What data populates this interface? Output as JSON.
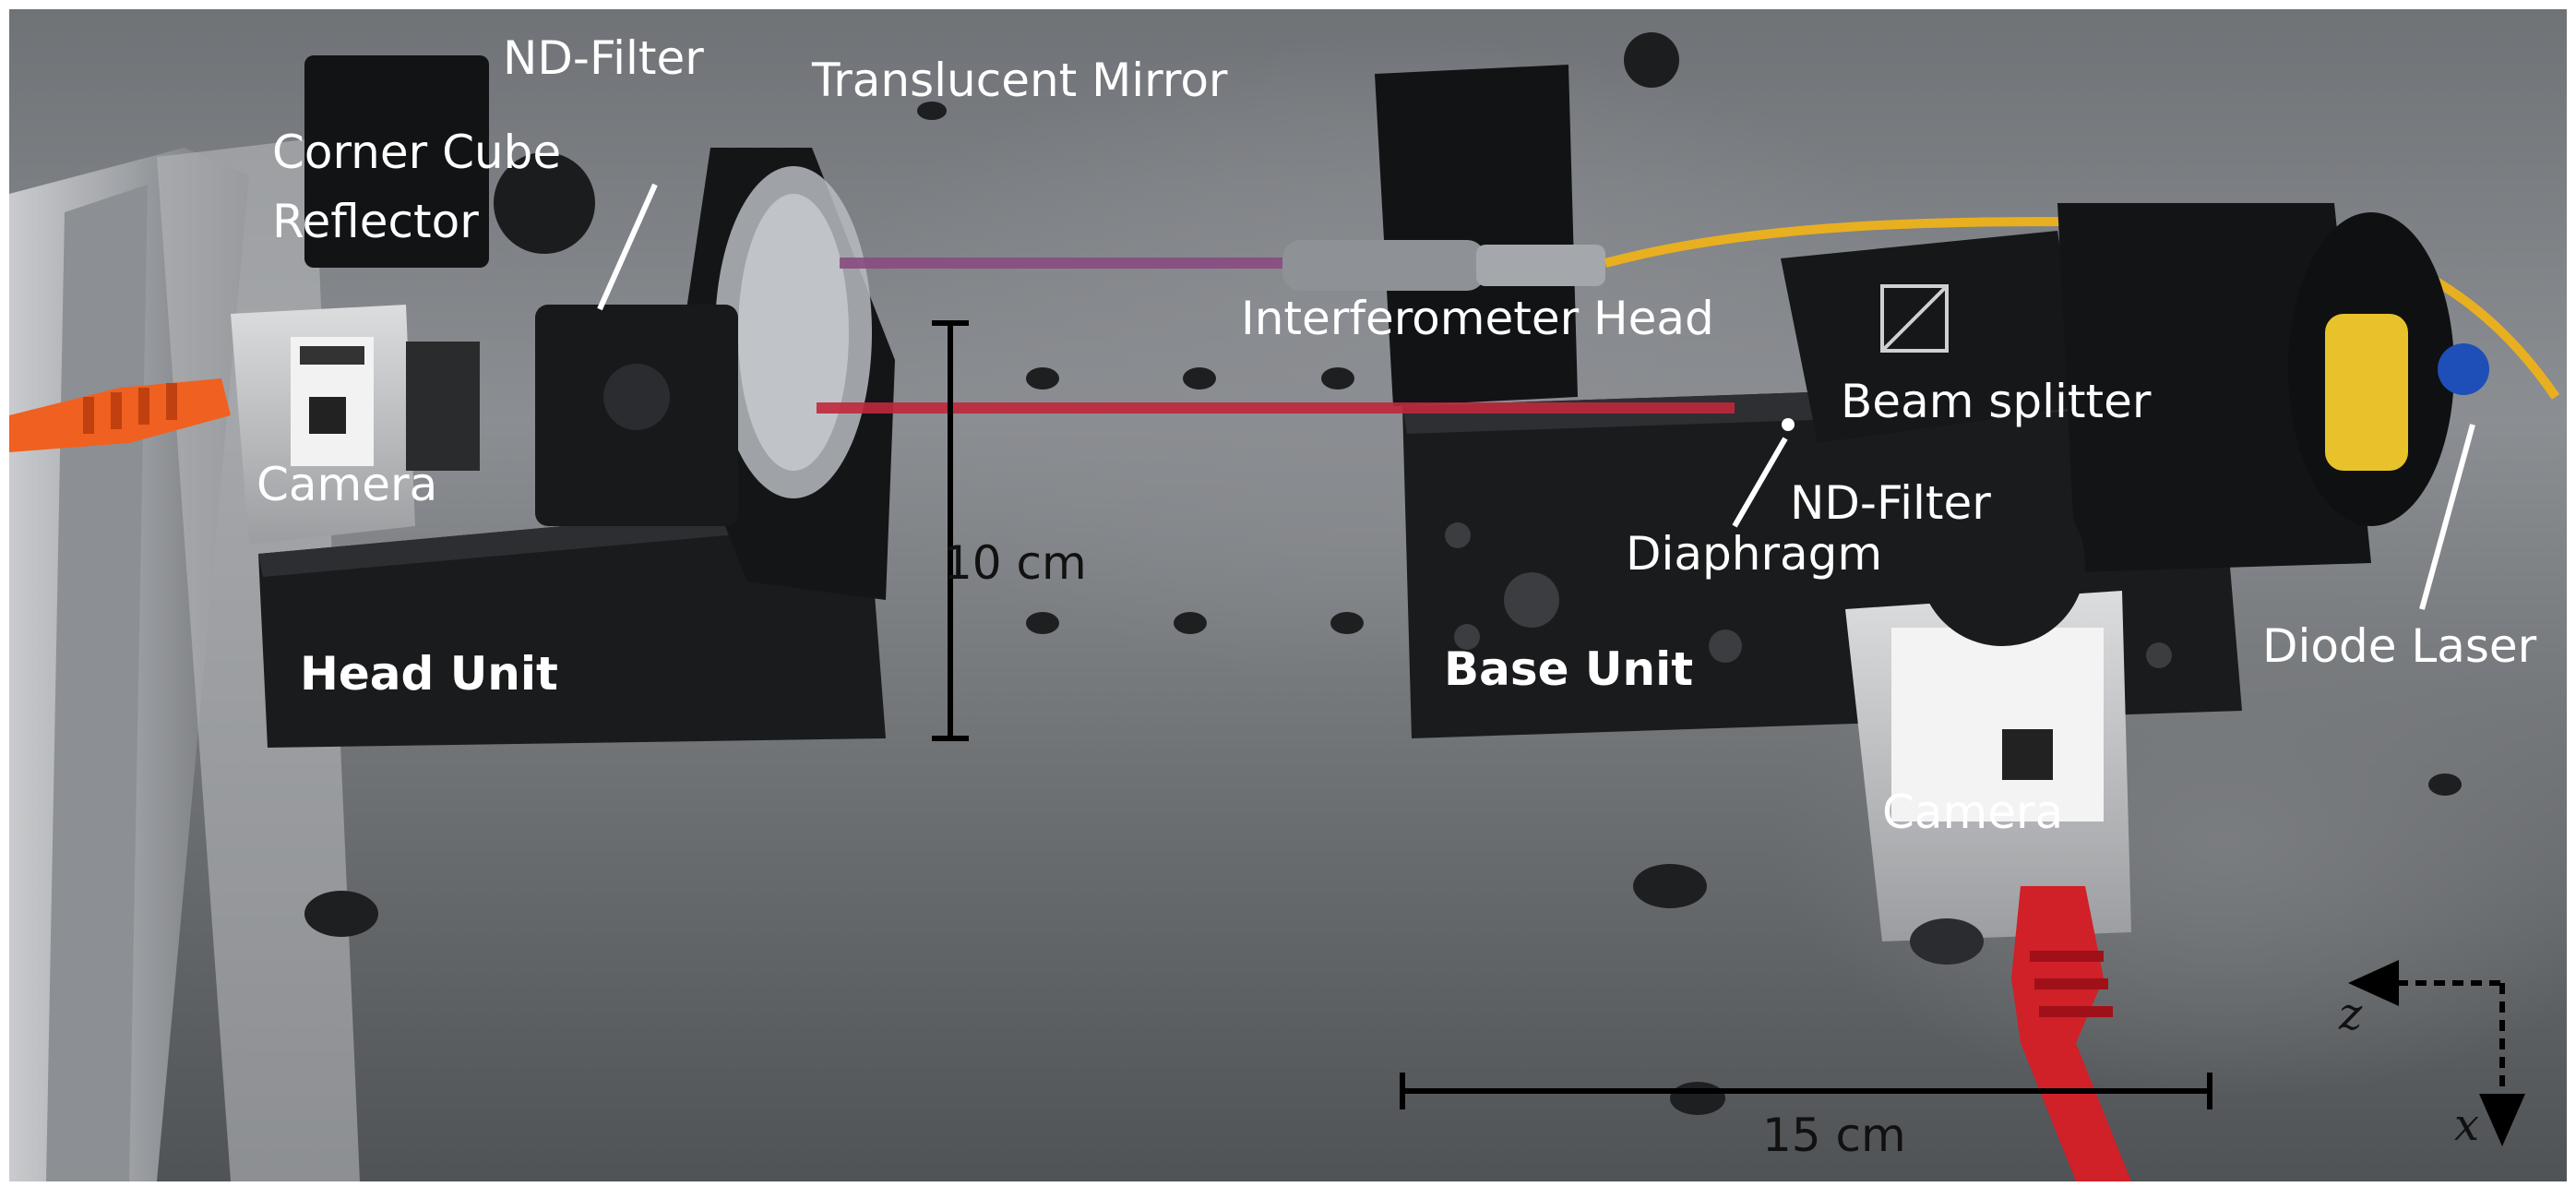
{
  "labels": {
    "nd_filter_head": "ND-Filter",
    "translucent_mirror": "Translucent Mirror",
    "corner_cube_line1": "Corner Cube",
    "corner_cube_line2": "Reflector",
    "camera_head": "Camera",
    "head_unit": "Head Unit",
    "interferometer_head": "Interferometer Head",
    "beam_splitter": "Beam splitter",
    "nd_filter_base": "ND-Filter",
    "diaphragm": "Diaphragm",
    "diode_laser": "Diode Laser",
    "base_unit": "Base Unit",
    "camera_base": "Camera"
  },
  "scale_bars": {
    "vertical": "10 cm",
    "horizontal": "15 cm"
  },
  "axes": {
    "z": "z",
    "x": "x"
  },
  "colors": {
    "beam_upper": "#8a4c82",
    "beam_lower": "#c0283c",
    "label_text": "#ffffff",
    "scale_text": "#111111",
    "fiber": "#e8b020",
    "ethernet_head": "#f06020",
    "ethernet_base": "#d02028"
  }
}
